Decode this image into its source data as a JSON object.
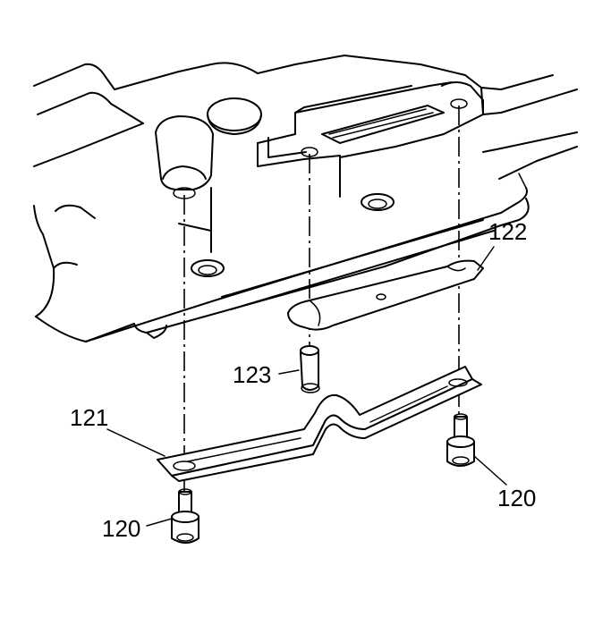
{
  "diagram": {
    "callouts": [
      {
        "id": "bolt-right",
        "label": "120"
      },
      {
        "id": "bolt-left",
        "label": "120"
      },
      {
        "id": "bracket",
        "label": "121"
      },
      {
        "id": "plate",
        "label": "122"
      },
      {
        "id": "pin",
        "label": "123"
      }
    ]
  }
}
